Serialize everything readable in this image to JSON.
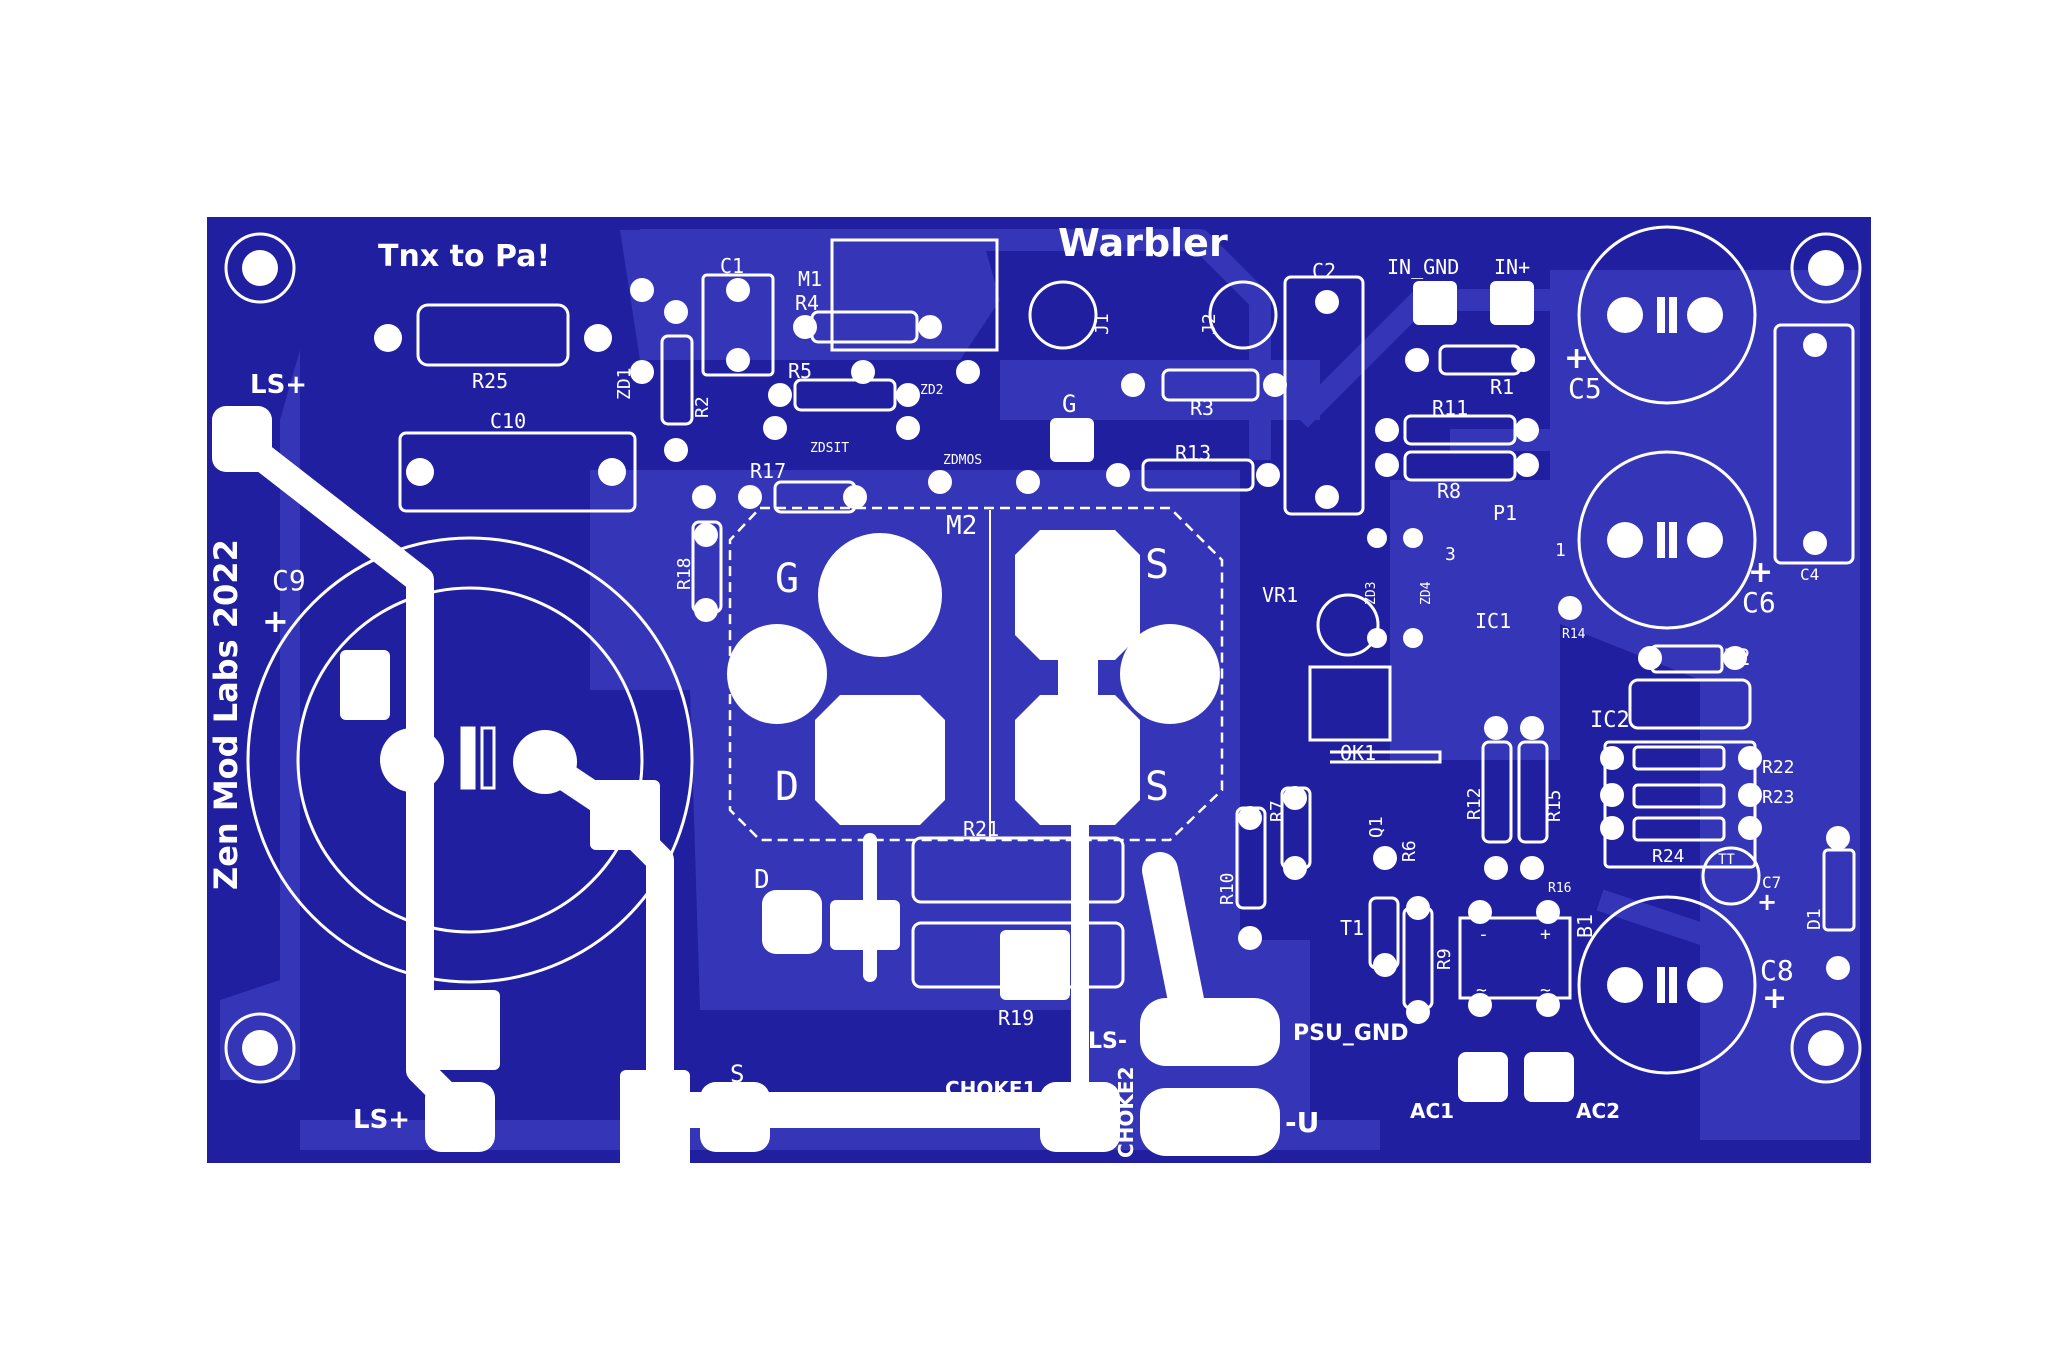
{
  "board": {
    "title": "Warbler",
    "credit": "Tnx to Pa!",
    "maker": "Zen Mod Labs 2022",
    "board_color": "#1f1fa0",
    "copper_color": "#3535b8",
    "silk_color": "#ffffff"
  },
  "labels": {
    "ls_plus_top": "LS+",
    "ls_plus_bottom": "LS+",
    "ls_minus": "LS-",
    "psu_gnd": "PSU_GND",
    "minus_u": "-U",
    "choke1": "CHOKE1",
    "choke2": "CHOKE2",
    "in_gnd": "IN_GND",
    "in_plus": "IN+",
    "ac1": "AC1",
    "ac2": "AC2",
    "g_pad": "G",
    "s_pad": "S",
    "d_pad": "D",
    "m2_g": "G",
    "m2_d": "D",
    "m2_s1": "S",
    "m2_s2": "S",
    "plus": "+",
    "minus": "-",
    "tilde": "~"
  },
  "refdes": {
    "c1": "C1",
    "c2": "C2",
    "c4": "C4",
    "c5": "C5",
    "c6": "C6",
    "c7": "C7",
    "c8": "C8",
    "c9": "C9",
    "c10": "C10",
    "r1": "R1",
    "r2": "R2",
    "r3": "R3",
    "r4": "R4",
    "r5": "R5",
    "r6": "R6",
    "r7": "R7",
    "r8": "R8",
    "r9": "R9",
    "r10": "R10",
    "r11": "R11",
    "r12": "R12",
    "r13": "R13",
    "r14": "R14",
    "r15": "R15",
    "r16": "R16",
    "r17": "R17",
    "r18": "R18",
    "r19": "R19",
    "r21": "R21",
    "r22": "R22",
    "r23": "R23",
    "r24": "R24",
    "r25": "R25",
    "zd1": "ZD1",
    "zd2": "ZD2",
    "zd3": "ZD3",
    "zd4": "ZD4",
    "zdsit": "ZDSIT",
    "zdmos": "ZDMOS",
    "d1": "D1",
    "d2": "D2",
    "m1": "M1",
    "m2": "M2",
    "j1": "J1",
    "j2": "J2",
    "p1": "P1",
    "ic1": "IC1",
    "ic2": "IC2",
    "ok1": "OK1",
    "q1": "Q1",
    "t1": "T1",
    "vr1": "VR1",
    "b1": "B1",
    "tt": "TT",
    "p1_pin3": "3",
    "p1_pin1": "1"
  }
}
